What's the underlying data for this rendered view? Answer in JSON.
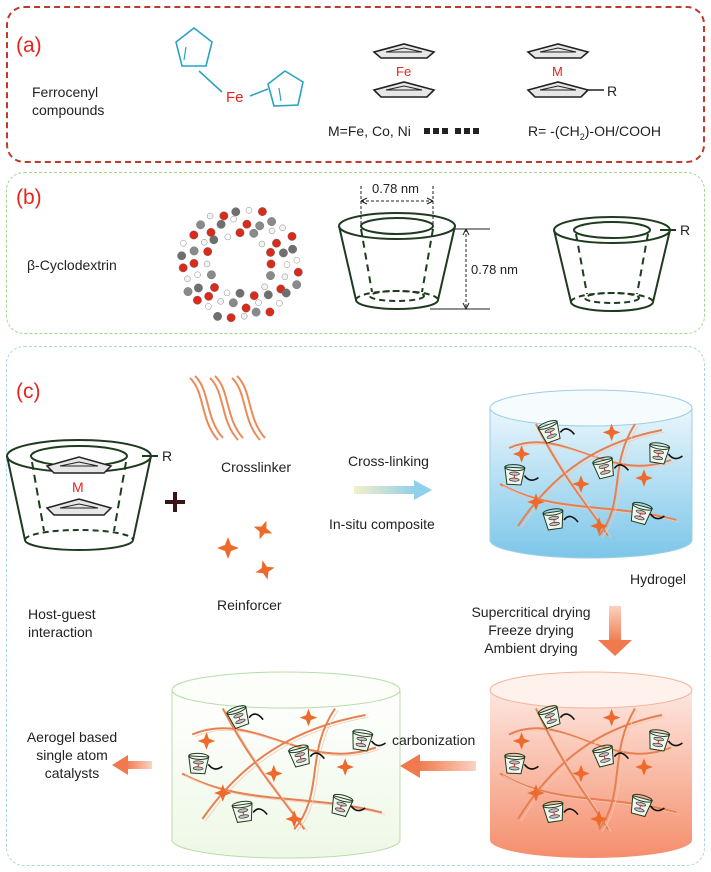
{
  "panel_a": {
    "label": "(a)",
    "title_line1": "Ferrocenyl",
    "title_line2": "compounds",
    "metal_left": "Fe",
    "metal_mid": "Fe",
    "metal_right": "M",
    "caption_metals": "M=Fe, Co, Ni",
    "caption_r_prefix": "R= -(CH",
    "caption_r_sub": "2",
    "caption_r_suffix": ")-OH/COOH",
    "r_label": "R"
  },
  "panel_b": {
    "label": "(b)",
    "title": "β-Cyclodextrin",
    "dim_top": "0.78 nm",
    "dim_side": "0.78 nm",
    "r_label": "R"
  },
  "panel_c": {
    "label": "(c)",
    "r_label": "R",
    "metal": "M",
    "plus": "+",
    "crosslinker": "Crosslinker",
    "reinforcer": "Reinforcer",
    "cross_linking": "Cross-linking",
    "in_situ": "In-situ composite",
    "hydrogel": "Hydrogel",
    "host_guest_line1": "Host-guest",
    "host_guest_line2": "interaction",
    "drying_1": "Supercritical drying",
    "drying_2": "Freeze  drying",
    "drying_3": "Ambient drying",
    "carbonization": "carbonization",
    "aerogel_line1": "Aerogel  based",
    "aerogel_line2": "single atom",
    "aerogel_line3": "catalysts"
  }
}
